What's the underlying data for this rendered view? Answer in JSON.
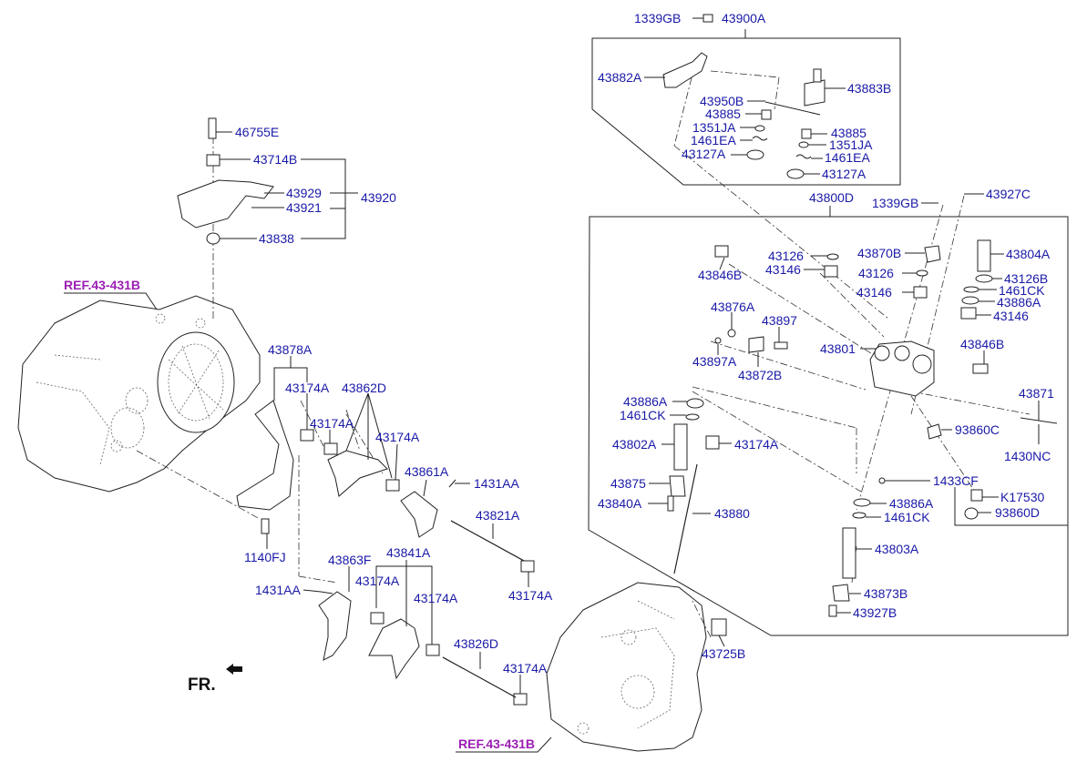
{
  "diagram": {
    "ref_labels": [
      "REF.43-431B",
      "REF.43-431B"
    ],
    "direction_label": "FR.",
    "callouts": [
      {
        "id": "c1339gb_top",
        "text": "1339GB"
      },
      {
        "id": "c43900a",
        "text": "43900A"
      },
      {
        "id": "c43882a",
        "text": "43882A"
      },
      {
        "id": "c43883b",
        "text": "43883B"
      },
      {
        "id": "c43950b",
        "text": "43950B"
      },
      {
        "id": "c43885a",
        "text": "43885"
      },
      {
        "id": "c1351ja_a",
        "text": "1351JA"
      },
      {
        "id": "c1461ea_a",
        "text": "1461EA"
      },
      {
        "id": "c43127a_a",
        "text": "43127A"
      },
      {
        "id": "c43885b",
        "text": "43885"
      },
      {
        "id": "c1351ja_b",
        "text": "1351JA"
      },
      {
        "id": "c1461ea_b",
        "text": "1461EA"
      },
      {
        "id": "c43127a_b",
        "text": "43127A"
      },
      {
        "id": "c46755e",
        "text": "46755E"
      },
      {
        "id": "c43714b",
        "text": "43714B"
      },
      {
        "id": "c43929",
        "text": "43929"
      },
      {
        "id": "c43920",
        "text": "43920"
      },
      {
        "id": "c43921",
        "text": "43921"
      },
      {
        "id": "c43838",
        "text": "43838"
      },
      {
        "id": "c43800d",
        "text": "43800D"
      },
      {
        "id": "c1339gb_mid",
        "text": "1339GB"
      },
      {
        "id": "c43927c",
        "text": "43927C"
      },
      {
        "id": "c43126_a",
        "text": "43126"
      },
      {
        "id": "c43870b",
        "text": "43870B"
      },
      {
        "id": "c43804a",
        "text": "43804A"
      },
      {
        "id": "c43146_a",
        "text": "43146"
      },
      {
        "id": "c43846b_a",
        "text": "43846B"
      },
      {
        "id": "c43126_b",
        "text": "43126"
      },
      {
        "id": "c43126b",
        "text": "43126B"
      },
      {
        "id": "c1461ck_a",
        "text": "1461CK"
      },
      {
        "id": "c43146_b",
        "text": "43146"
      },
      {
        "id": "c43886a_a",
        "text": "43886A"
      },
      {
        "id": "c43146_c",
        "text": "43146"
      },
      {
        "id": "c43876a",
        "text": "43876A"
      },
      {
        "id": "c43897",
        "text": "43897"
      },
      {
        "id": "c43801",
        "text": "43801"
      },
      {
        "id": "c43846b_b",
        "text": "43846B"
      },
      {
        "id": "c43897a",
        "text": "43897A"
      },
      {
        "id": "c43872b",
        "text": "43872B"
      },
      {
        "id": "c43871",
        "text": "43871"
      },
      {
        "id": "c43886a_b",
        "text": "43886A"
      },
      {
        "id": "c1461ck_b",
        "text": "1461CK"
      },
      {
        "id": "c93860c",
        "text": "93860C"
      },
      {
        "id": "c43802a",
        "text": "43802A"
      },
      {
        "id": "c43174a_m",
        "text": "43174A"
      },
      {
        "id": "c1430nc",
        "text": "1430NC"
      },
      {
        "id": "c43875",
        "text": "43875"
      },
      {
        "id": "c1433cf",
        "text": "1433CF"
      },
      {
        "id": "c43840a",
        "text": "43840A"
      },
      {
        "id": "c43886a_c",
        "text": "43886A"
      },
      {
        "id": "ck17530",
        "text": "K17530"
      },
      {
        "id": "c43880",
        "text": "43880"
      },
      {
        "id": "c1461ck_c",
        "text": "1461CK"
      },
      {
        "id": "c93860d",
        "text": "93860D"
      },
      {
        "id": "c43803a",
        "text": "43803A"
      },
      {
        "id": "c43873b",
        "text": "43873B"
      },
      {
        "id": "c43927b",
        "text": "43927B"
      },
      {
        "id": "c43725b",
        "text": "43725B"
      },
      {
        "id": "c43878a",
        "text": "43878A"
      },
      {
        "id": "c43174a_1",
        "text": "43174A"
      },
      {
        "id": "c43862d",
        "text": "43862D"
      },
      {
        "id": "c43174a_2",
        "text": "43174A"
      },
      {
        "id": "c43174a_3",
        "text": "43174A"
      },
      {
        "id": "c43861a",
        "text": "43861A"
      },
      {
        "id": "c1431aa_a",
        "text": "1431AA"
      },
      {
        "id": "c43821a",
        "text": "43821A"
      },
      {
        "id": "c43174a_4",
        "text": "43174A"
      },
      {
        "id": "c1140fj",
        "text": "1140FJ"
      },
      {
        "id": "c43863f",
        "text": "43863F"
      },
      {
        "id": "c43841a",
        "text": "43841A"
      },
      {
        "id": "c1431aa_b",
        "text": "1431AA"
      },
      {
        "id": "c43174a_5",
        "text": "43174A"
      },
      {
        "id": "c43174a_6",
        "text": "43174A"
      },
      {
        "id": "c43826d",
        "text": "43826D"
      },
      {
        "id": "c43174a_7",
        "text": "43174A"
      }
    ]
  }
}
